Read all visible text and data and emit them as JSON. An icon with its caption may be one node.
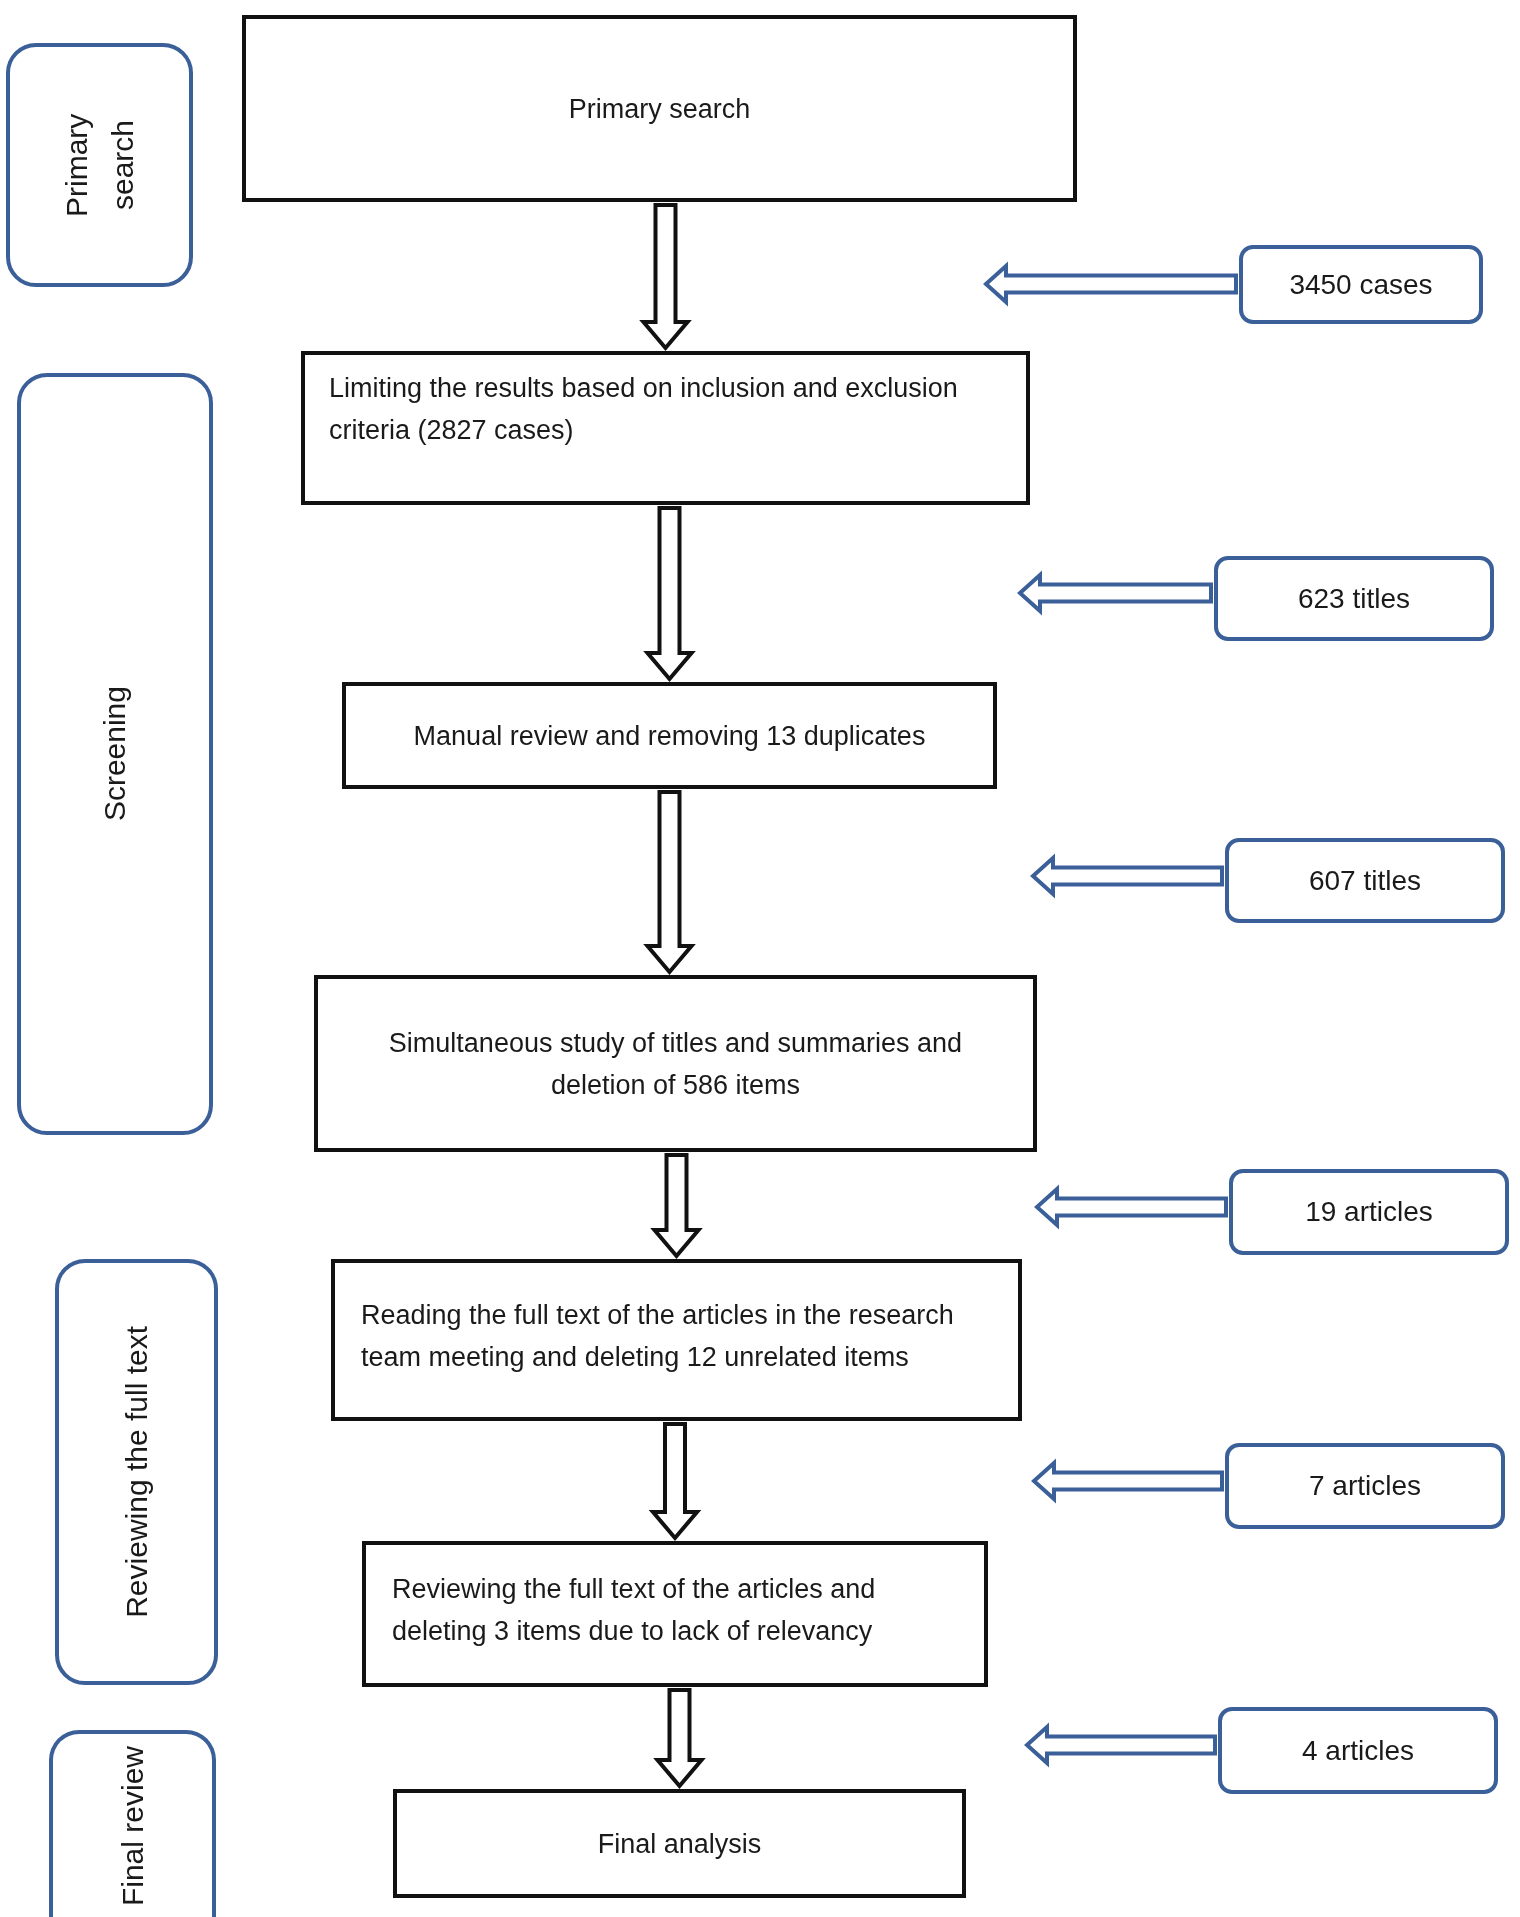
{
  "diagram": {
    "nodes": [
      {
        "text": [
          "Primary search"
        ]
      },
      {
        "text": [
          "Primary search"
        ]
      },
      {
        "text": [
          "3450 cases"
        ]
      },
      {
        "text": [
          "Screening"
        ]
      },
      {
        "text": [
          "Limiting the results based on inclusion and exclusion criteria (2827 cases)"
        ]
      },
      {
        "text": [
          "623 titles"
        ]
      },
      {
        "text": [
          "Manual review and removing 13 duplicates"
        ]
      },
      {
        "text": [
          "607 titles"
        ]
      },
      {
        "text": [
          "Simultaneous study of titles and summaries and deletion of 586 items"
        ]
      },
      {
        "text": [
          "19 articles"
        ]
      },
      {
        "text": [
          "Reviewing the full text"
        ]
      },
      {
        "text": [
          "Reading the full text of the articles in the research team meeting and deleting 12 unrelated items"
        ]
      },
      {
        "text": [
          "7 articles"
        ]
      },
      {
        "text": [
          "Reviewing the full text of the articles and deleting 3 items due to lack of relevancy"
        ]
      },
      {
        "text": [
          "4 articles"
        ]
      },
      {
        "text": [
          "Final review"
        ]
      },
      {
        "text": [
          "Final analysis"
        ]
      }
    ],
    "edges": [
      {
        "from": 1,
        "to": 4,
        "arrow": "to"
      },
      {
        "from": 2,
        "to": null,
        "arrow": "to",
        "color": "#3b5f98"
      },
      {
        "from": 4,
        "to": 6,
        "arrow": "to"
      },
      {
        "from": 5,
        "to": null,
        "arrow": "to",
        "color": "#3b5f98"
      },
      {
        "from": 6,
        "to": 8,
        "arrow": "to"
      },
      {
        "from": 7,
        "to": null,
        "arrow": "to",
        "color": "#3b5f98"
      },
      {
        "from": 8,
        "to": 11,
        "arrow": "to"
      },
      {
        "from": 9,
        "to": null,
        "arrow": "to",
        "color": "#3b5f98"
      },
      {
        "from": 11,
        "to": 13,
        "arrow": "to"
      },
      {
        "from": 12,
        "to": null,
        "arrow": "to",
        "color": "#3b5f98"
      },
      {
        "from": 13,
        "to": 16,
        "arrow": "to"
      },
      {
        "from": 14,
        "to": null,
        "arrow": "to",
        "color": "#3b5f98"
      }
    ]
  }
}
